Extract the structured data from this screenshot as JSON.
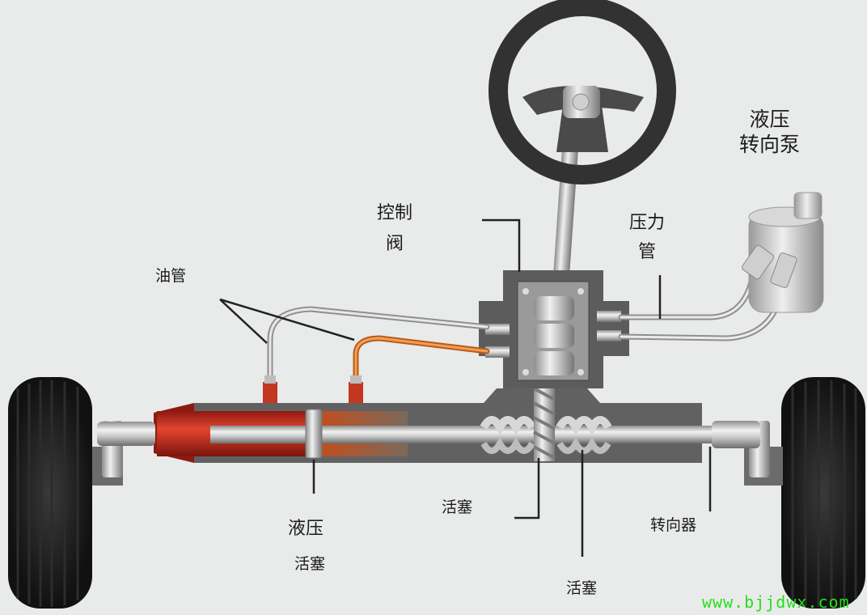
{
  "labels": {
    "pump": [
      "液压",
      "转向泵"
    ],
    "control_valve": [
      "控制",
      "阀"
    ],
    "pressure_pipe": [
      "压力",
      "管"
    ],
    "oil_pipe": "油管",
    "hydraulic_piston": [
      "液压",
      "活塞"
    ],
    "piston_center": "活塞",
    "piston_bottom": "活塞",
    "steering_gear": "转向器"
  },
  "watermark": "www.bjjdwx.com",
  "colors": {
    "background": "#e9eaea",
    "cylinder_red": "#c9281c",
    "oil_orange": "#e08a3a",
    "housing": "#5f5f5f",
    "watermark": "#22e01a"
  }
}
